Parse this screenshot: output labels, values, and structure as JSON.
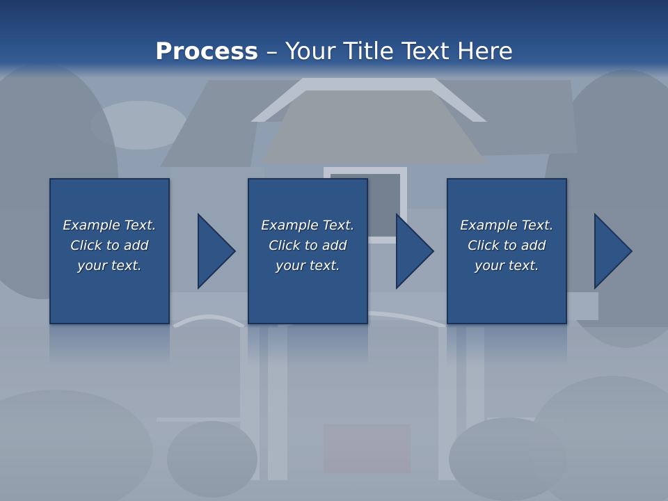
{
  "slide": {
    "title_bold": "Process",
    "title_rest": " – Your Title Text Here"
  },
  "steps": [
    {
      "line1": "Example Text.",
      "line2": "Click  to add",
      "line3": "your text."
    },
    {
      "line1": "Example Text.",
      "line2": "Click  to add",
      "line3": "your text."
    },
    {
      "line1": "Example Text.",
      "line2": "Click  to add",
      "line3": "your text."
    }
  ],
  "colors": {
    "title_band": "#2c5189",
    "box_fill": "#2f5486",
    "box_border": "#1b3156",
    "text": "#ffffff"
  }
}
